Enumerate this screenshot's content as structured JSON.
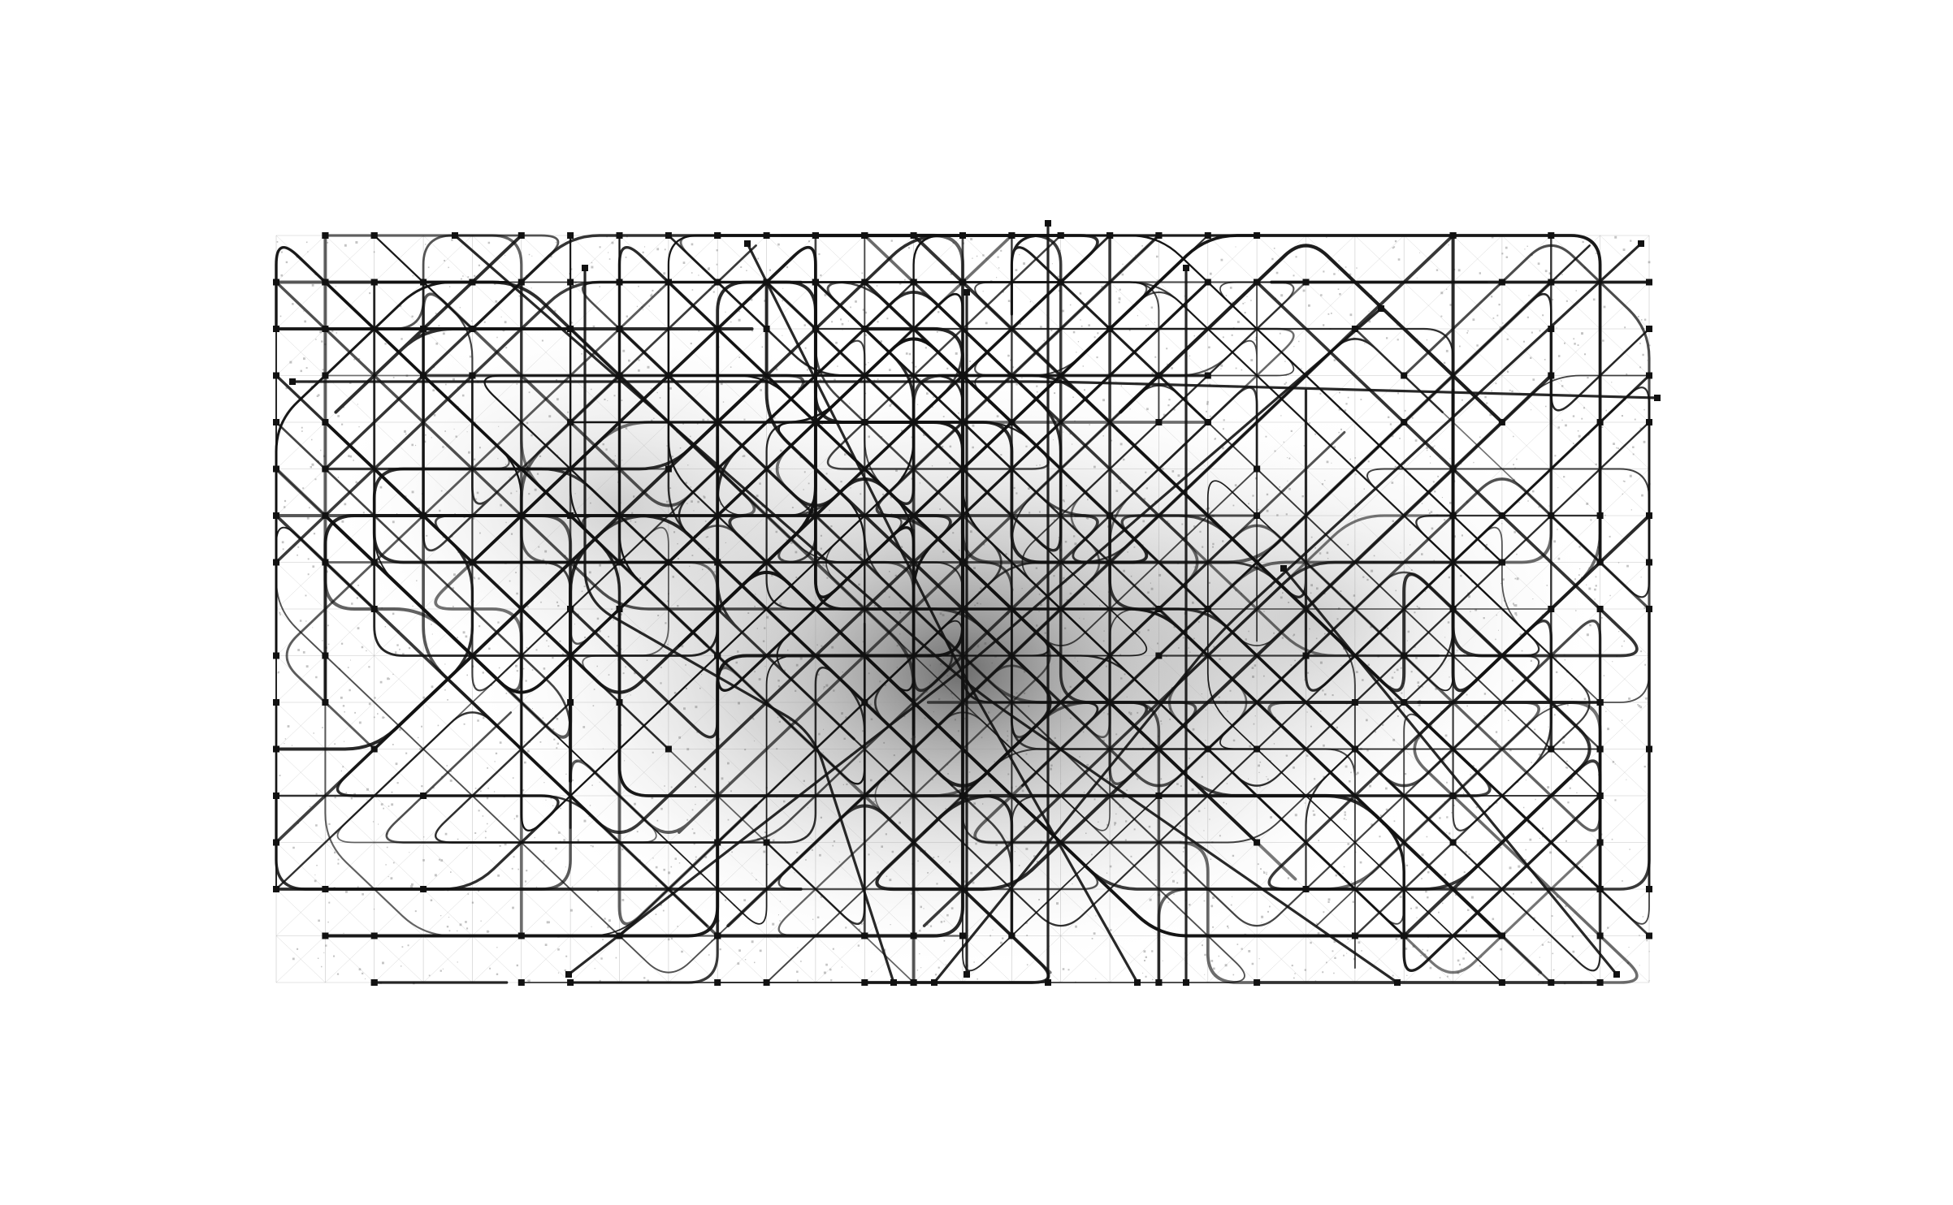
{
  "artwork": {
    "kind": "generative routed-line network over diagonal lattice",
    "palette": {
      "background": "#ffffff",
      "route": "#111111",
      "lattice": "#9a9a9a",
      "haze": "#555555"
    },
    "grid": {
      "columns": 29,
      "rows": 17
    },
    "route_count": 150,
    "seed": 7
  }
}
